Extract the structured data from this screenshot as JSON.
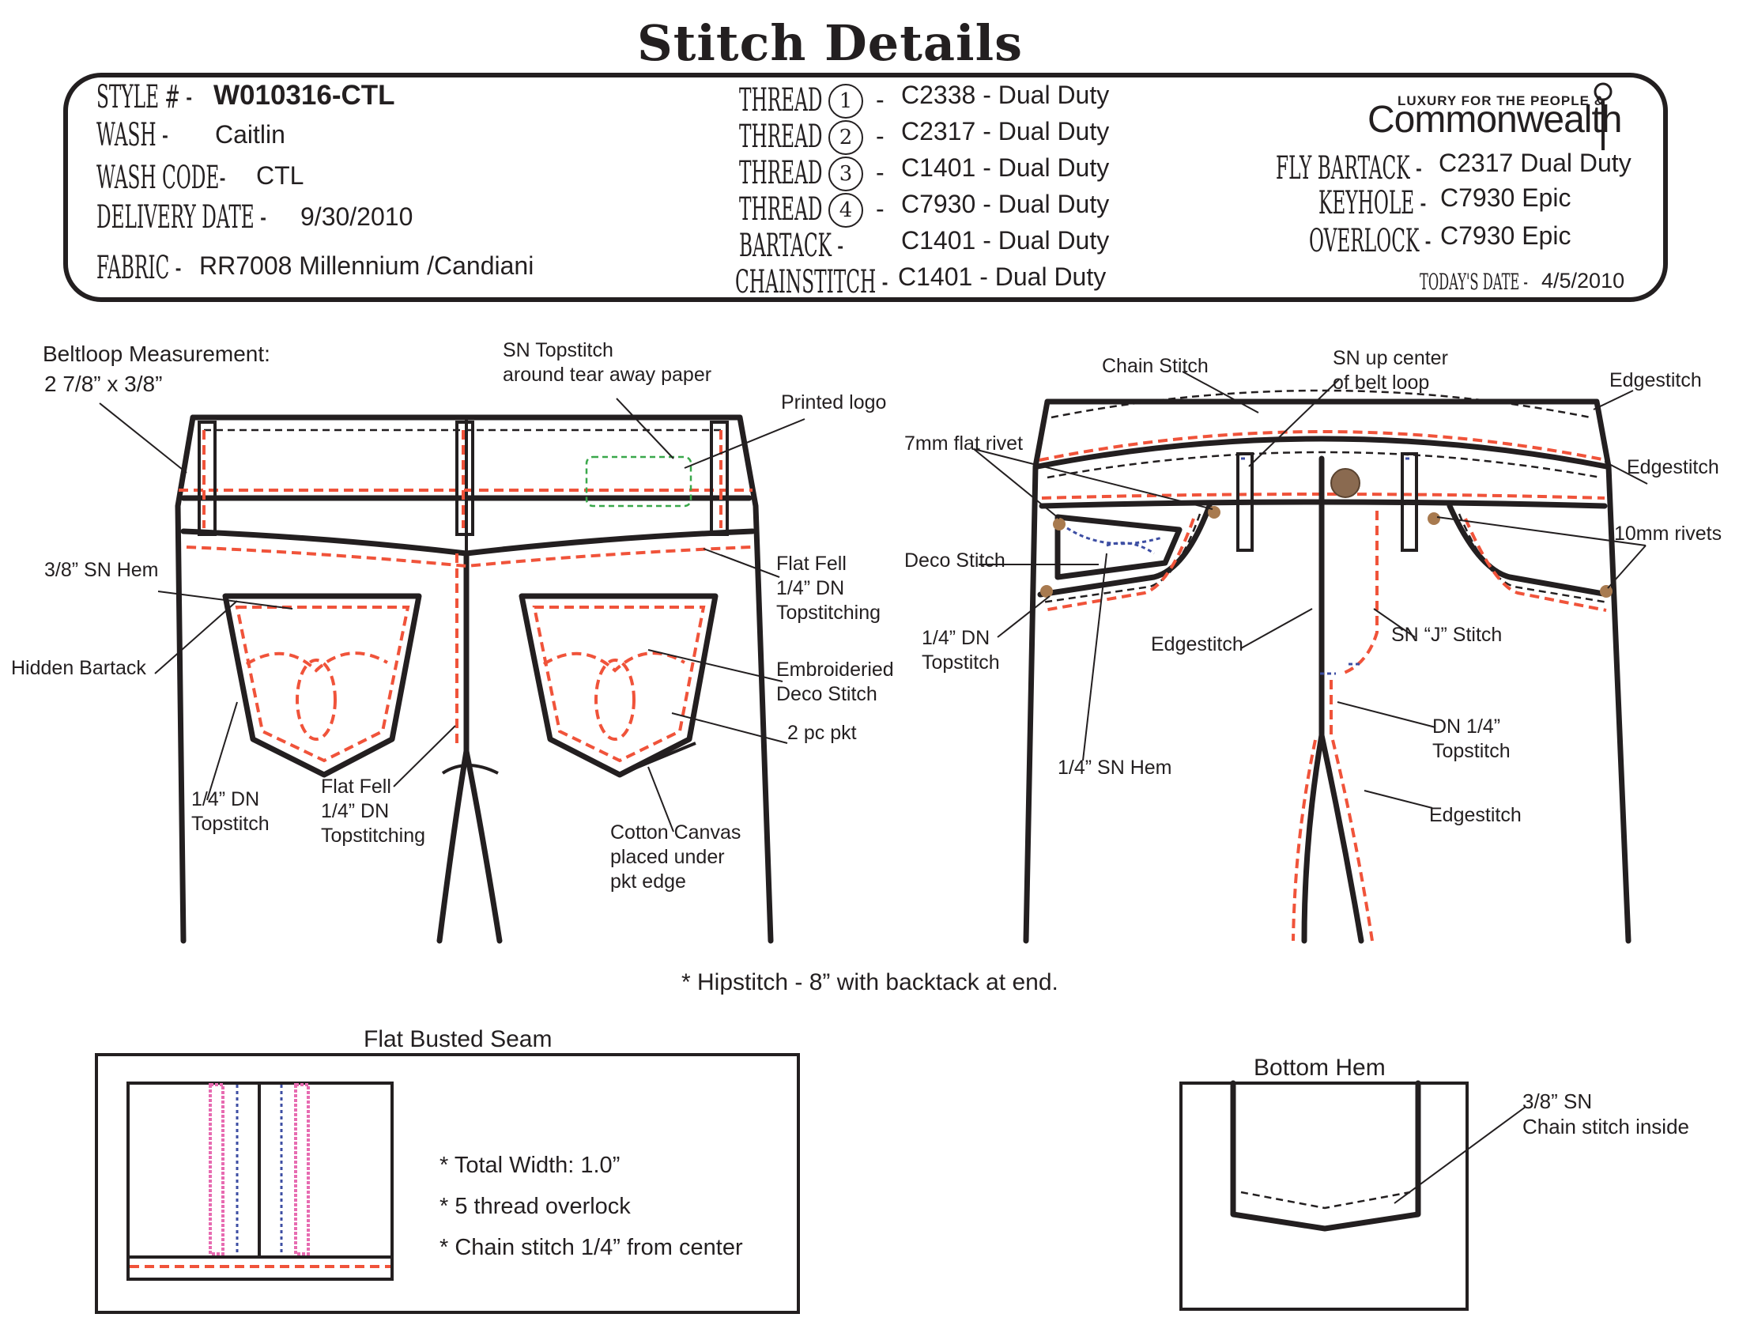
{
  "title": "Stitch Details",
  "header": {
    "style_label": "STYLE # -",
    "style_value": "W010316-CTL",
    "wash_label": "WASH -",
    "wash_value": "Caitlin",
    "wash_code_label": "WASH CODE-",
    "wash_code_value": "CTL",
    "delivery_label": "DELIVERY DATE -",
    "delivery_value": "9/30/2010",
    "fabric_label": "FABRIC -",
    "fabric_value": "RR7008 Millennium /Candiani",
    "threads": [
      {
        "label": "THREAD",
        "number": "1",
        "value": "C2338 - Dual Duty"
      },
      {
        "label": "THREAD",
        "number": "2",
        "value": "C2317 - Dual Duty"
      },
      {
        "label": "THREAD",
        "number": "3",
        "value": "C1401 - Dual Duty"
      },
      {
        "label": "THREAD",
        "number": "4",
        "value": "C7930 - Dual Duty"
      }
    ],
    "dash": "-",
    "bartack_label": "BARTACK -",
    "bartack_value": "C1401 - Dual Duty",
    "chainstitch_label": "CHAINSTITCH -",
    "chainstitch_value": "C1401 - Dual Duty",
    "logo_tagline": "LUXURY FOR THE PEOPLE &",
    "logo_name": "Commonwealth",
    "fly_bartack_label": "FLY BARTACK -",
    "fly_bartack_value": "C2317 Dual Duty",
    "keyhole_label": "KEYHOLE -",
    "keyhole_value": "C7930 Epic",
    "overlock_label": "OVERLOCK -",
    "overlock_value": "C7930 Epic",
    "todays_date_label": "TODAY'S DATE -",
    "todays_date_value": "4/5/2010"
  },
  "back_view": {
    "beltloop_title": "Beltloop Measurement:",
    "beltloop_size": "2 7/8” x 3/8”",
    "sn_topstitch": [
      "SN Topstitch",
      "around tear away paper"
    ],
    "printed_logo": "Printed logo",
    "flat_fell_right": [
      "Flat Fell",
      "1/4” DN",
      "Topstitching"
    ],
    "sn_hem": "3/8” SN Hem",
    "hidden_bartack": "Hidden Bartack",
    "embroidered": [
      "Embroideried",
      "Deco Stitch"
    ],
    "two_pc_pkt": "2 pc pkt",
    "dn_topstitch": [
      "1/4” DN",
      "Topstitch"
    ],
    "flat_fell_center": [
      "Flat Fell",
      "1/4” DN",
      "Topstitching"
    ],
    "cotton_canvas": [
      "Cotton Canvas",
      "placed under",
      "pkt edge"
    ]
  },
  "front_view": {
    "chain_stitch": "Chain Stitch",
    "sn_up_center": [
      "SN up center",
      "of belt loop"
    ],
    "edgestitch_1": "Edgestitch",
    "edgestitch_2": "Edgestitch",
    "flat_rivet": "7mm flat rivet",
    "deco_stitch": "Deco Stitch",
    "rivets_10mm": "10mm rivets",
    "dn_topstitch": [
      "1/4” DN",
      "Topstitch"
    ],
    "edgestitch_3": "Edgestitch",
    "sn_j_stitch": "SN “J” Stitch",
    "dn_topstitch_2": [
      "DN 1/4”",
      "Topstitch"
    ],
    "sn_hem": "1/4” SN Hem",
    "edgestitch_4": "Edgestitch"
  },
  "hipstitch_note": "* Hipstitch - 8” with backtack at end.",
  "flat_seam": {
    "title": "Flat Busted Seam",
    "notes": [
      "* Total Width: 1.0”",
      "* 5 thread overlock",
      "* Chain stitch 1/4” from center"
    ]
  },
  "bottom_hem": {
    "title": "Bottom Hem",
    "note": [
      "3/8” SN",
      "Chain stitch inside"
    ]
  },
  "colors": {
    "ink": "#231f20",
    "orange_stitch": "#f0533a",
    "blue_stitch": "#3d4ea3",
    "pink_stitch": "#e76bb1",
    "green_box": "#3aa84b",
    "rivet": "#a87a4f"
  }
}
